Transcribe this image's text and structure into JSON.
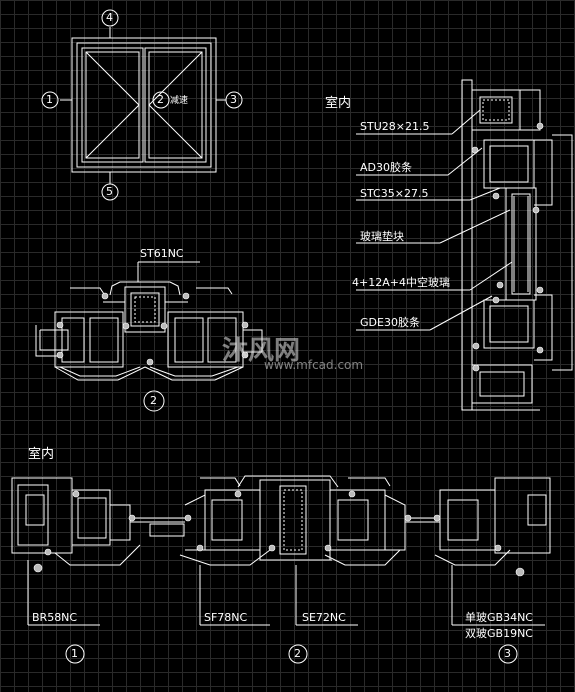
{
  "window_elevation": {
    "markers": [
      "4",
      "1",
      "2",
      "3",
      "5"
    ],
    "label": "减速"
  },
  "section_top": {
    "label": "ST61NC",
    "marker": "2"
  },
  "section_right": {
    "indoor": "室内",
    "callouts": [
      "STU28×21.5",
      "AD30胶条",
      "STC35×27.5",
      "玻璃垫块",
      "4+12A+4中空玻璃",
      "GDE30胶条"
    ]
  },
  "section_bottom": {
    "indoor": "室内",
    "labels": [
      "BR58NC",
      "SF78NC",
      "SE72NC",
      "单玻GB34NC",
      "双玻GB19NC"
    ],
    "markers": [
      "1",
      "2",
      "3"
    ]
  },
  "watermark": {
    "brand": "沐风网",
    "url": "www.mfcad.com"
  }
}
